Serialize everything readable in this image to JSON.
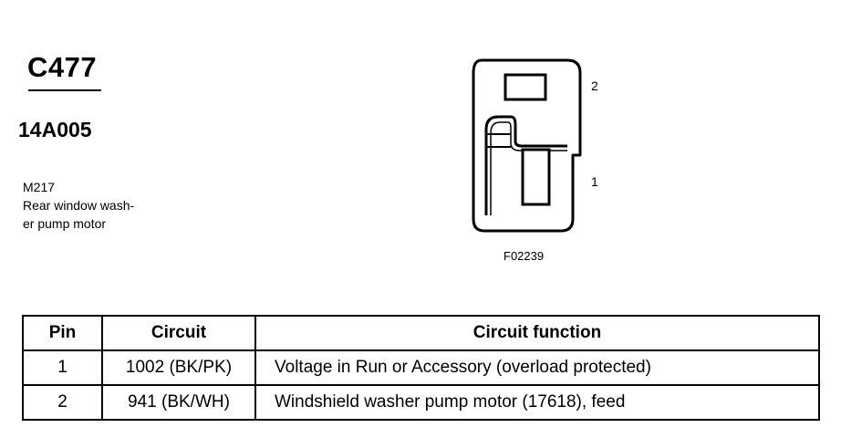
{
  "connector": {
    "id": "C477",
    "part_number": "14A005",
    "description_lines": [
      "M217",
      "Rear window wash-",
      "er pump motor"
    ]
  },
  "diagram": {
    "pin_labels": [
      "2",
      "1"
    ],
    "figure_code": "F02239"
  },
  "table": {
    "headers": [
      "Pin",
      "Circuit",
      "Circuit function"
    ],
    "rows": [
      {
        "pin": "1",
        "circuit": "1002 (BK/PK)",
        "function": "Voltage in Run or Accessory (overload protected)"
      },
      {
        "pin": "2",
        "circuit": "941 (BK/WH)",
        "function": "Windshield washer pump motor (17618), feed"
      }
    ]
  }
}
